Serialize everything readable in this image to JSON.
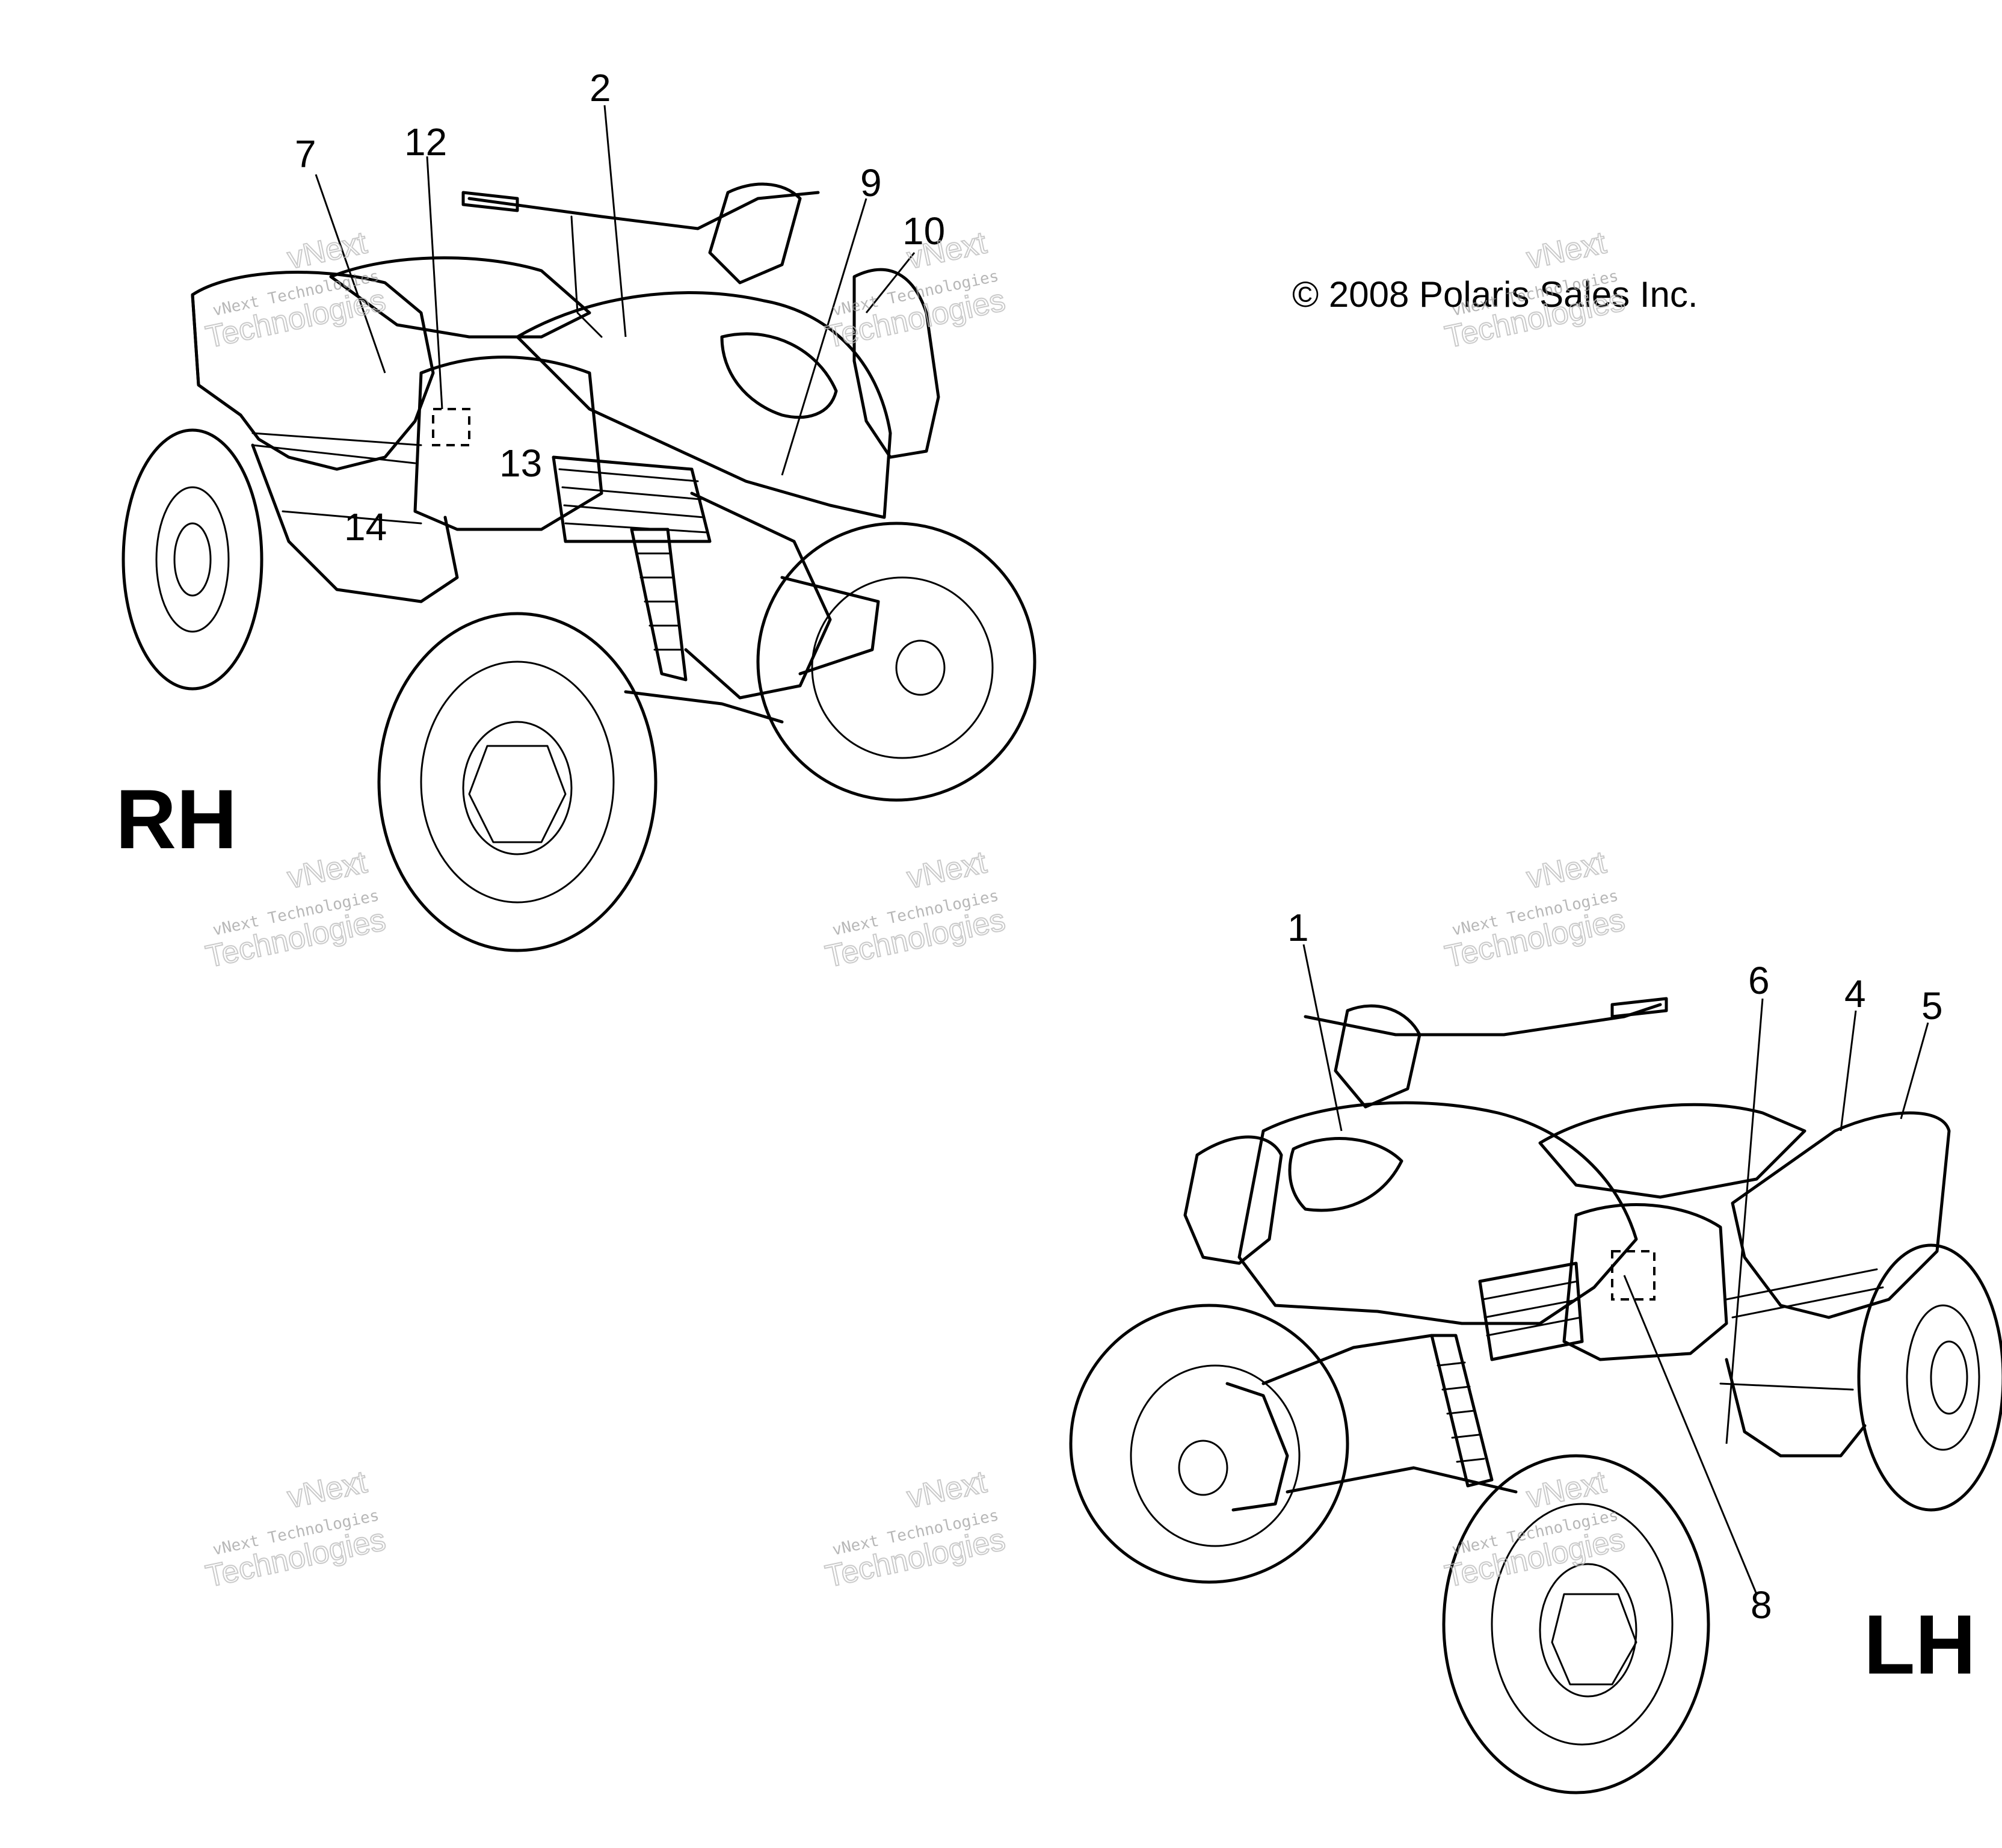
{
  "copyright": "© 2008 Polaris Sales Inc.",
  "views": {
    "rh": {
      "label": "RH",
      "callouts": [
        "7",
        "12",
        "2",
        "9",
        "10",
        "13",
        "14"
      ]
    },
    "lh": {
      "label": "LH",
      "callouts": [
        "1",
        "6",
        "4",
        "5",
        "8"
      ]
    }
  },
  "watermark": {
    "line1": "vNext Technologies",
    "line2": "vNext",
    "line3": "Technologies"
  }
}
